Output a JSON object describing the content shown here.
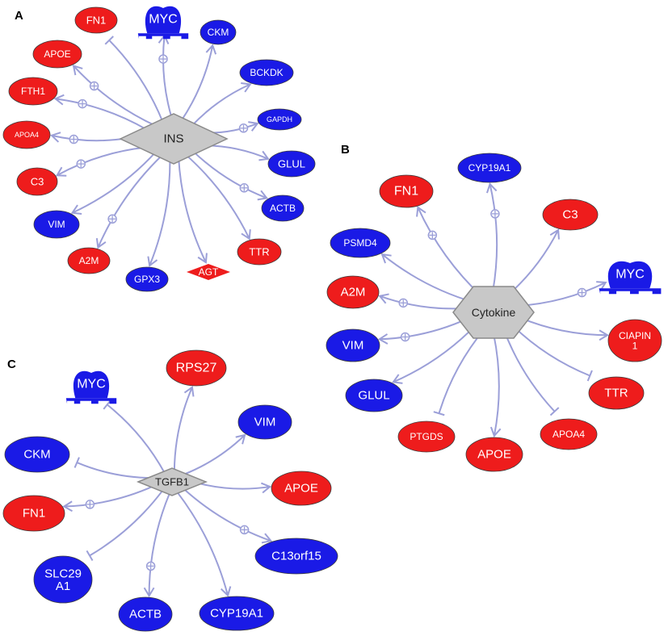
{
  "colors": {
    "up": "#ee1c1c",
    "down": "#1a1ae6",
    "hub_fill": "#c8c8c8",
    "edge": "#9b9fd8"
  },
  "legend_note": "",
  "panels": [
    {
      "letter": "A",
      "hub": {
        "label": "INS",
        "shape": "diamond"
      },
      "nodes": [
        {
          "label": "FN1",
          "regulation": "up",
          "shape": "ellipse",
          "relation": "inhibition"
        },
        {
          "label": "MYC",
          "regulation": "down",
          "shape": "transcription-factor",
          "relation": "expression"
        },
        {
          "label": "CKM",
          "regulation": "down",
          "shape": "ellipse",
          "relation": "activation"
        },
        {
          "label": "BCKDK",
          "regulation": "down",
          "shape": "ellipse",
          "relation": "activation"
        },
        {
          "label": "GAPDH",
          "regulation": "down",
          "shape": "ellipse",
          "relation": "expression"
        },
        {
          "label": "GLUL",
          "regulation": "down",
          "shape": "ellipse",
          "relation": "activation"
        },
        {
          "label": "ACTB",
          "regulation": "down",
          "shape": "ellipse",
          "relation": "expression"
        },
        {
          "label": "TTR",
          "regulation": "up",
          "shape": "ellipse",
          "relation": "activation"
        },
        {
          "label": "AGT",
          "regulation": "up",
          "shape": "diamond",
          "relation": "activation"
        },
        {
          "label": "GPX3",
          "regulation": "down",
          "shape": "ellipse",
          "relation": "activation"
        },
        {
          "label": "A2M",
          "regulation": "up",
          "shape": "ellipse",
          "relation": "expression"
        },
        {
          "label": "VIM",
          "regulation": "down",
          "shape": "ellipse",
          "relation": "activation"
        },
        {
          "label": "C3",
          "regulation": "up",
          "shape": "ellipse",
          "relation": "expression"
        },
        {
          "label": "APOA4",
          "regulation": "up",
          "shape": "ellipse",
          "relation": "expression"
        },
        {
          "label": "FTH1",
          "regulation": "up",
          "shape": "ellipse",
          "relation": "expression"
        },
        {
          "label": "APOE",
          "regulation": "up",
          "shape": "ellipse",
          "relation": "expression"
        }
      ]
    },
    {
      "letter": "B",
      "hub": {
        "label": "Cytokine",
        "shape": "hexagon"
      },
      "nodes": [
        {
          "label": "CYP19A1",
          "regulation": "down",
          "shape": "ellipse",
          "relation": "expression"
        },
        {
          "label": "FN1",
          "regulation": "up",
          "shape": "ellipse",
          "relation": "expression"
        },
        {
          "label": "C3",
          "regulation": "up",
          "shape": "ellipse",
          "relation": "activation"
        },
        {
          "label": "PSMD4",
          "regulation": "down",
          "shape": "ellipse",
          "relation": "activation"
        },
        {
          "label": "MYC",
          "regulation": "down",
          "shape": "transcription-factor",
          "relation": "expression"
        },
        {
          "label": "A2M",
          "regulation": "up",
          "shape": "ellipse",
          "relation": "expression"
        },
        {
          "label": "CIAPIN 1",
          "regulation": "up",
          "shape": "ellipse",
          "relation": "activation"
        },
        {
          "label": "VIM",
          "regulation": "down",
          "shape": "ellipse",
          "relation": "expression"
        },
        {
          "label": "TTR",
          "regulation": "up",
          "shape": "ellipse",
          "relation": "inhibition"
        },
        {
          "label": "GLUL",
          "regulation": "down",
          "shape": "ellipse",
          "relation": "activation"
        },
        {
          "label": "PTGDS",
          "regulation": "up",
          "shape": "ellipse",
          "relation": "inhibition"
        },
        {
          "label": "APOE",
          "regulation": "up",
          "shape": "ellipse",
          "relation": "activation"
        },
        {
          "label": "APOA4",
          "regulation": "up",
          "shape": "ellipse",
          "relation": "inhibition"
        }
      ]
    },
    {
      "letter": "C",
      "hub": {
        "label": "TGFB1",
        "shape": "diamond"
      },
      "nodes": [
        {
          "label": "MYC",
          "regulation": "down",
          "shape": "transcription-factor",
          "relation": "inhibition"
        },
        {
          "label": "RPS27",
          "regulation": "up",
          "shape": "ellipse",
          "relation": "activation"
        },
        {
          "label": "VIM",
          "regulation": "down",
          "shape": "ellipse",
          "relation": "activation"
        },
        {
          "label": "CKM",
          "regulation": "down",
          "shape": "ellipse",
          "relation": "inhibition"
        },
        {
          "label": "APOE",
          "regulation": "up",
          "shape": "ellipse",
          "relation": "activation"
        },
        {
          "label": "FN1",
          "regulation": "up",
          "shape": "ellipse",
          "relation": "expression"
        },
        {
          "label": "C13orf15",
          "regulation": "down",
          "shape": "ellipse",
          "relation": "expression"
        },
        {
          "label": "SLC29 A1",
          "regulation": "down",
          "shape": "ellipse",
          "relation": "inhibition"
        },
        {
          "label": "ACTB",
          "regulation": "down",
          "shape": "ellipse",
          "relation": "expression"
        },
        {
          "label": "CYP19A1",
          "regulation": "down",
          "shape": "ellipse",
          "relation": "activation"
        }
      ]
    }
  ]
}
